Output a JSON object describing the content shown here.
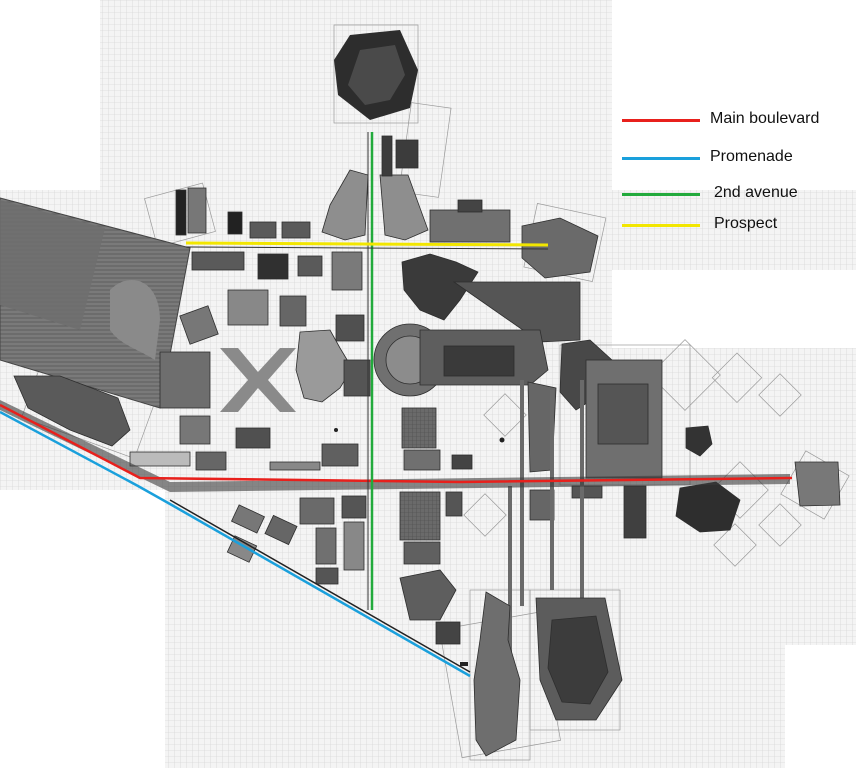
{
  "legend": {
    "items": [
      {
        "label": "Main boulevard",
        "color": "#e8201c"
      },
      {
        "label": "Promenade",
        "color": "#1aa0dc"
      },
      {
        "label": "2nd avenue",
        "color": "#22aa3c"
      },
      {
        "label": "Prospect",
        "color": "#f2e600"
      }
    ]
  },
  "colors": {
    "grid_paper": "#f2f2f2",
    "grid_line": "#d4d4d4",
    "building_dark": "#3a3a3a",
    "building_mid": "#6e6e6e",
    "building_light": "#9a9a9a",
    "road_gray": "#555555"
  }
}
